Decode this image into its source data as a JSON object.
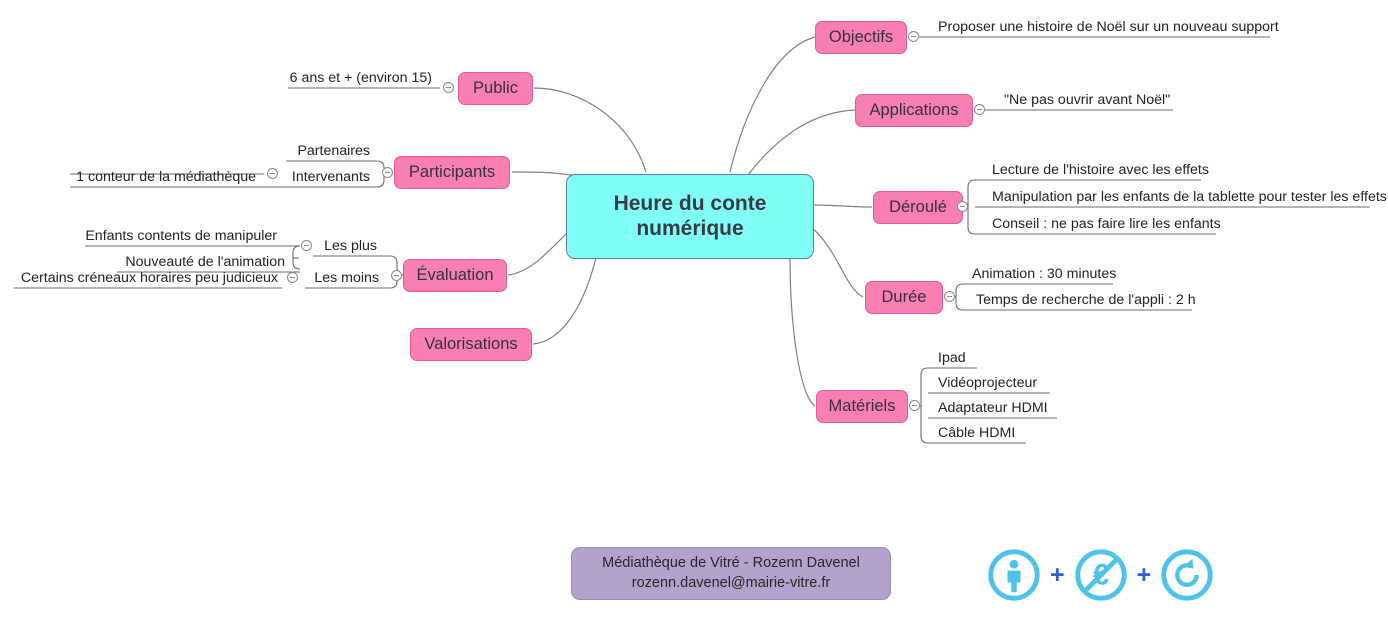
{
  "mindmap": {
    "root": {
      "line1": "Heure du conte",
      "line2": "numérique"
    },
    "branches": [
      {
        "id": "objectifs",
        "label": "Objectifs",
        "side": "right",
        "children": [
          {
            "label": "Proposer une histoire de Noël sur un nouveau support"
          }
        ]
      },
      {
        "id": "applications",
        "label": "Applications",
        "side": "right",
        "children": [
          {
            "label": "\"Ne pas ouvrir avant Noël\""
          }
        ]
      },
      {
        "id": "deroule",
        "label": "Déroulé",
        "side": "right",
        "children": [
          {
            "label": "Lecture de l'histoire avec les effets"
          },
          {
            "label": "Manipulation par les enfants de la tablette pour tester les effets"
          },
          {
            "label": "Conseil : ne pas faire lire les enfants"
          }
        ]
      },
      {
        "id": "duree",
        "label": "Durée",
        "side": "right",
        "children": [
          {
            "label": "Animation : 30 minutes"
          },
          {
            "label": "Temps de recherche de l'appli : 2 h"
          }
        ]
      },
      {
        "id": "materiels",
        "label": "Matériels",
        "side": "right",
        "children": [
          {
            "label": "Ipad"
          },
          {
            "label": "Vidéoprojecteur"
          },
          {
            "label": "Adaptateur HDMI"
          },
          {
            "label": "Câble HDMI"
          }
        ]
      },
      {
        "id": "public",
        "label": "Public",
        "side": "left",
        "children": [
          {
            "label": "6 ans et + (environ 15)"
          }
        ]
      },
      {
        "id": "participants",
        "label": "Participants",
        "side": "left",
        "children": [
          {
            "label": "Partenaires"
          },
          {
            "label": "Intervenants",
            "children": [
              {
                "label": "1 conteur de la médiathèque"
              }
            ]
          }
        ]
      },
      {
        "id": "evaluation",
        "label": "Évaluation",
        "side": "left",
        "children": [
          {
            "label": "Les plus",
            "children": [
              {
                "label": "Enfants contents de manipuler"
              },
              {
                "label": "Nouveauté de l'animation"
              }
            ]
          },
          {
            "label": "Les moins",
            "children": [
              {
                "label": "Certains créneaux horaires peu judicieux"
              }
            ]
          }
        ]
      },
      {
        "id": "valorisations",
        "label": "Valorisations",
        "side": "left",
        "children": []
      }
    ]
  },
  "footer": {
    "credit_line1": "Médiathèque de Vitré - Rozenn Davenel",
    "credit_line2": "rozenn.davenel@mairie-vitre.fr",
    "license": {
      "icons": [
        "cc-attribution-icon",
        "cc-noncommercial-icon",
        "cc-sharealike-icon"
      ],
      "separator": "+"
    }
  },
  "colors": {
    "root_fill": "#7FFFF5",
    "branch_fill": "#F87EB4",
    "credit_fill": "#B3A2CC",
    "cc_icon": "#4EC3E8",
    "link_stroke": "#808080"
  }
}
